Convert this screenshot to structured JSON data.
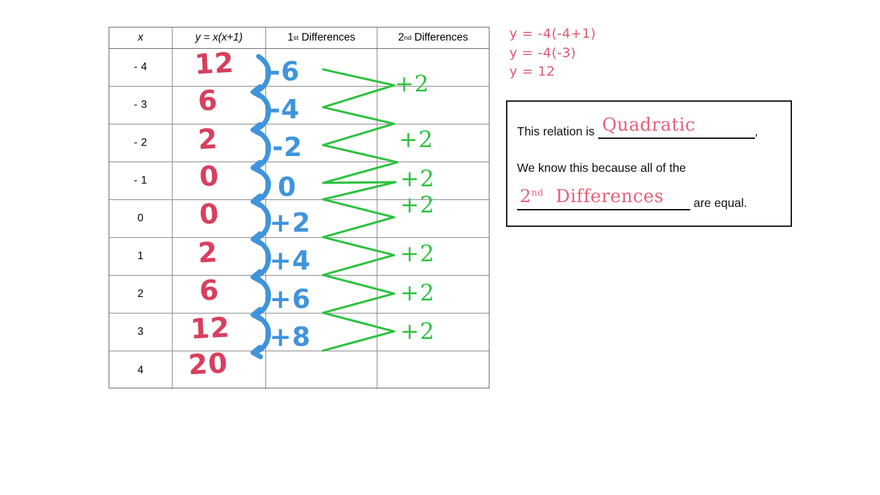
{
  "table": {
    "headers": [
      {
        "text": "x",
        "style": "italic"
      },
      {
        "text": "y = x(x+1)",
        "style": "italic-y"
      },
      {
        "text": "1st Differences",
        "sup": "st",
        "base": "1"
      },
      {
        "text": "2nd Differences",
        "sup": "nd",
        "base": "2"
      }
    ],
    "header_labels": {
      "x": "x",
      "y": "y = x(x+1)",
      "first_diff_base": "1",
      "first_diff_sup": "st",
      "first_diff_word": "Differences",
      "second_diff_base": "2",
      "second_diff_sup": "nd",
      "second_diff_word": "Differences"
    },
    "x_values": [
      "- 4",
      "- 3",
      "- 2",
      "- 1",
      "0",
      "1",
      "2",
      "3",
      "4"
    ],
    "y_values": [
      "12",
      "6",
      "2",
      "0",
      "0",
      "2",
      "6",
      "12",
      "20"
    ],
    "first_differences": [
      "-6",
      "-4",
      "-2",
      "0",
      "+2",
      "+4",
      "+6",
      "+8"
    ],
    "second_differences": [
      "+2",
      "+2",
      "+2",
      "+2",
      "+2",
      "+2",
      "+2"
    ]
  },
  "work": {
    "line1": "y = -4(-4+1)",
    "line2": "y = -4(-3)",
    "line3": "y = 12"
  },
  "conclusion": {
    "line1_prefix": "This relation is",
    "answer1": "Quadratic",
    "line1_suffix": ",",
    "line2": "We know this because all of the",
    "answer2_base": "2",
    "answer2_sup": "nd",
    "answer2_word": "Differences",
    "line3_suffix": "are equal."
  },
  "colors": {
    "red_ink": "#d83f5e",
    "blue_ink": "#3f94dc",
    "green_ink": "#2ec13f",
    "pink_ink": "#e0566f",
    "table_border": "#6b6b6b",
    "box_border": "#1a1a1a"
  }
}
